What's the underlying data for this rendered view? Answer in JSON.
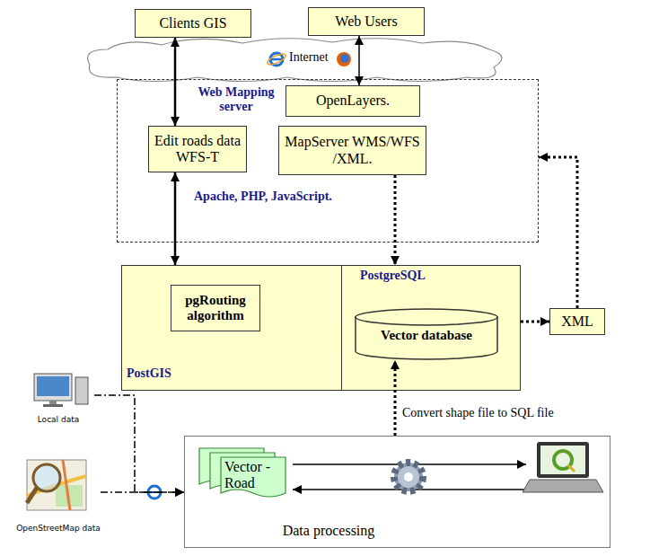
{
  "diagram": {
    "nodes": [
      {
        "text": [
          "Clients GIS"
        ]
      },
      {
        "text": [
          "Web Users"
        ]
      },
      {
        "text": [
          "Web Mapping server",
          "Apache, PHP, JavaScript."
        ]
      },
      {
        "text": [
          "Edit roads data WFS-T"
        ],
        "in": 2
      },
      {
        "text": [
          "OpenLayers."
        ],
        "in": 2
      },
      {
        "text": [
          "MapServer WMS/WFS /XML."
        ],
        "in": 2
      },
      {
        "text": [
          "PostGIS"
        ]
      },
      {
        "text": [
          "pgRouting algorithm"
        ],
        "in": 6
      },
      {
        "text": [
          "PostgreSQL"
        ],
        "in": 6
      },
      {
        "text": [
          "Vector database"
        ],
        "in": 8
      },
      {
        "text": [
          "XML"
        ]
      },
      {
        "text": [
          "Local data"
        ]
      },
      {
        "text": [
          "OpenStreetMap data"
        ]
      },
      {
        "text": [
          "Data processing"
        ]
      },
      {
        "text": [
          "Vector -Road"
        ],
        "in": 13
      }
    ],
    "edges": [
      {
        "from": 0,
        "to": 3,
        "arrow": "both"
      },
      {
        "from": 1,
        "to": 4,
        "arrow": "both"
      },
      {
        "from": 3,
        "to": 6,
        "arrow": "both"
      },
      {
        "from": 5,
        "to": 8,
        "arrow": "to"
      },
      {
        "from": 8,
        "to": 10,
        "arrow": "to"
      },
      {
        "from": 10,
        "to": 2,
        "arrow": "to"
      },
      {
        "from": 13,
        "to": 9,
        "label": "Convert shape file to SQL file",
        "arrow": "to"
      },
      {
        "from": 11,
        "to": 13,
        "arrow": "to"
      },
      {
        "from": 12,
        "to": 13,
        "arrow": "to"
      }
    ],
    "labels": [
      "Internet"
    ]
  }
}
